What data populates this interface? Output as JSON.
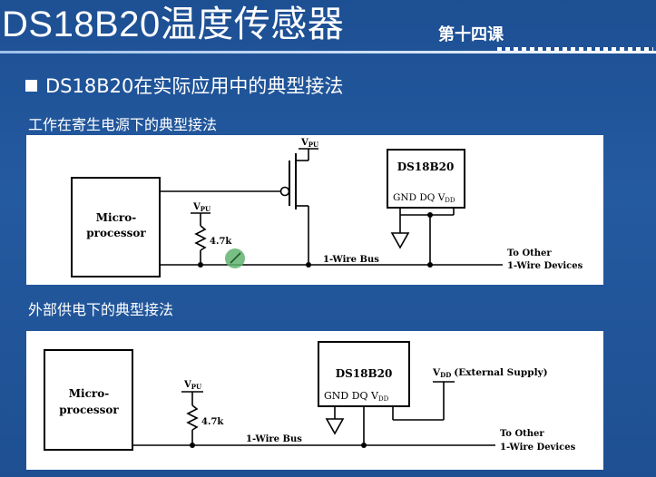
{
  "header": {
    "title": "DS18B20温度传感器",
    "lesson": "第十四课"
  },
  "heading": "DS18B20在实际应用中的典型接法",
  "sections": [
    {
      "caption": "工作在寄生电源下的典型接法"
    },
    {
      "caption": "外部供电下的典型接法"
    }
  ],
  "diagram1": {
    "mcu_line1": "Micro-",
    "mcu_line2": "processor",
    "vpu_gate_main": "V",
    "vpu_gate_sub": "PU",
    "vpu_res_main": "V",
    "vpu_res_sub": "PU",
    "resistor": "4.7k",
    "chip": "DS18B20",
    "pins": "GND DQ V",
    "pins_sub": "DD",
    "bus": "1-Wire Bus",
    "other1": "To Other",
    "other2": "1-Wire Devices"
  },
  "diagram2": {
    "mcu_line1": "Micro-",
    "mcu_line2": "processor",
    "vpu_main": "V",
    "vpu_sub": "PU",
    "resistor": "4.7k",
    "chip": "DS18B20",
    "pins": "GND DQ V",
    "pins_sub": "DD",
    "vdd_main": "V",
    "vdd_sub": "DD",
    "vdd_note": "(External Supply)",
    "bus": "1-Wire Bus",
    "other1": "To Other",
    "other2": "1-Wire Devices"
  }
}
